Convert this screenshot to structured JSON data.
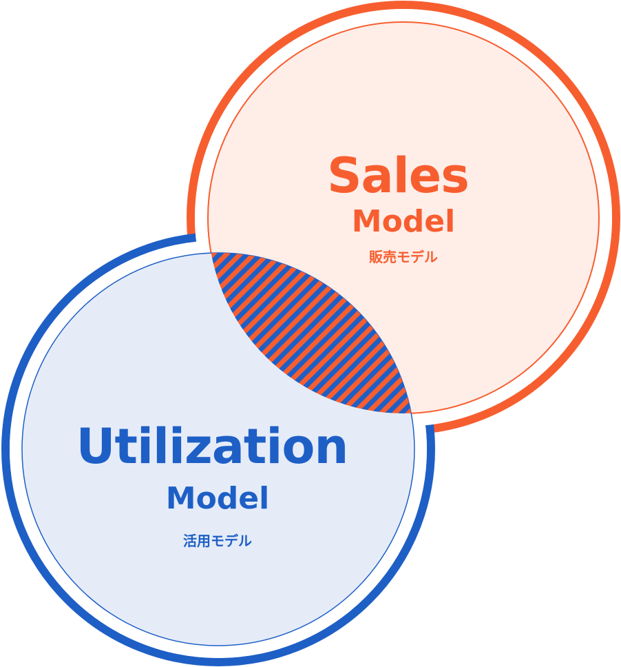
{
  "colors": {
    "sales": "#F75E2F",
    "sales_fill": "#FFEDE8",
    "utilization": "#1E5FC6",
    "utilization_fill": "#E5ECF8"
  },
  "sales": {
    "title": "Sales",
    "subtitle": "Model",
    "japanese": "販売モデル"
  },
  "utilization": {
    "title": "Utilization",
    "subtitle": "Model",
    "japanese": "活用モデル"
  }
}
